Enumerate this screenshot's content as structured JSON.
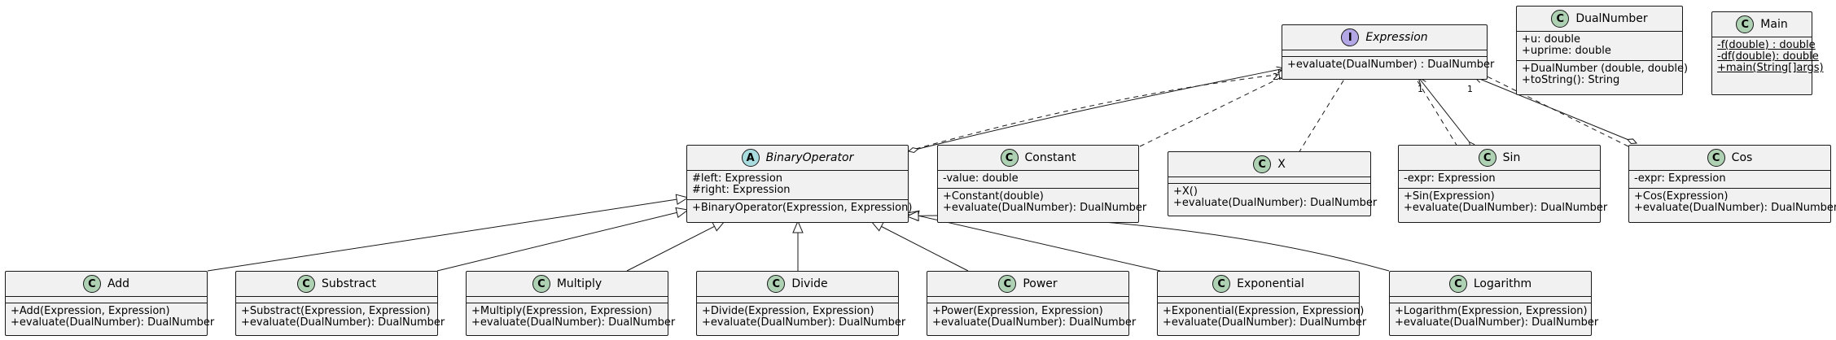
{
  "colors": {
    "box_fill": "#f1f1f1",
    "border": "#181818",
    "class_badge": "#add1b2",
    "interface_badge": "#b4a7e5",
    "abstract_badge": "#a9dcdf"
  },
  "classes": {
    "expression": {
      "badge": "I",
      "name": "Expression",
      "fields": [],
      "methods": [
        "+evaluate(DualNumber) : DualNumber"
      ]
    },
    "dualnumber": {
      "badge": "C",
      "name": "DualNumber",
      "fields": [
        "+u: double",
        "+uprime: double"
      ],
      "methods": [
        "+DualNumber (double, double)",
        "+toString(): String"
      ]
    },
    "main": {
      "badge": "C",
      "name": "Main",
      "fields": [],
      "methods": [
        "-f(double) : double",
        "-df(double): double",
        "+main(String[]args)"
      ]
    },
    "binaryoperator": {
      "badge": "A",
      "name": "BinaryOperator",
      "fields": [
        "#left: Expression",
        "#right: Expression"
      ],
      "methods": [
        "+BinaryOperator(Expression, Expression)"
      ]
    },
    "constant": {
      "badge": "C",
      "name": "Constant",
      "fields": [
        "-value: double"
      ],
      "methods": [
        "+Constant(double)",
        "+evaluate(DualNumber): DualNumber"
      ]
    },
    "x": {
      "badge": "C",
      "name": "X",
      "fields": [],
      "methods": [
        "+X()",
        "+evaluate(DualNumber): DualNumber"
      ]
    },
    "sin": {
      "badge": "C",
      "name": "Sin",
      "fields": [
        "-expr: Expression"
      ],
      "methods": [
        "+Sin(Expression)",
        "+evaluate(DualNumber): DualNumber"
      ]
    },
    "cos": {
      "badge": "C",
      "name": "Cos",
      "fields": [
        "-expr: Expression"
      ],
      "methods": [
        "+Cos(Expression)",
        "+evaluate(DualNumber): DualNumber"
      ]
    },
    "add": {
      "badge": "C",
      "name": "Add",
      "fields": [],
      "methods": [
        "+Add(Expression, Expression)",
        "+evaluate(DualNumber): DualNumber"
      ]
    },
    "substract": {
      "badge": "C",
      "name": "Substract",
      "fields": [],
      "methods": [
        "+Substract(Expression, Expression)",
        "+evaluate(DualNumber): DualNumber"
      ]
    },
    "multiply": {
      "badge": "C",
      "name": "Multiply",
      "fields": [],
      "methods": [
        "+Multiply(Expression, Expression)",
        "+evaluate(DualNumber): DualNumber"
      ]
    },
    "divide": {
      "badge": "C",
      "name": "Divide",
      "fields": [],
      "methods": [
        "+Divide(Expression, Expression)",
        "+evaluate(DualNumber): DualNumber"
      ]
    },
    "power": {
      "badge": "C",
      "name": "Power",
      "fields": [],
      "methods": [
        "+Power(Expression, Expression)",
        "+evaluate(DualNumber): DualNumber"
      ]
    },
    "exponential": {
      "badge": "C",
      "name": "Exponential",
      "fields": [],
      "methods": [
        "+Exponential(Expression, Expression)",
        "+evaluate(DualNumber): DualNumber"
      ]
    },
    "logarithm": {
      "badge": "C",
      "name": "Logarithm",
      "fields": [],
      "methods": [
        "+Logarithm(Expression, Expression)",
        "+evaluate(DualNumber): DualNumber"
      ]
    }
  },
  "multiplicities": {
    "binaryoperator_to_expression": "2",
    "sin_to_expression": "1",
    "cos_to_expression": "1"
  }
}
